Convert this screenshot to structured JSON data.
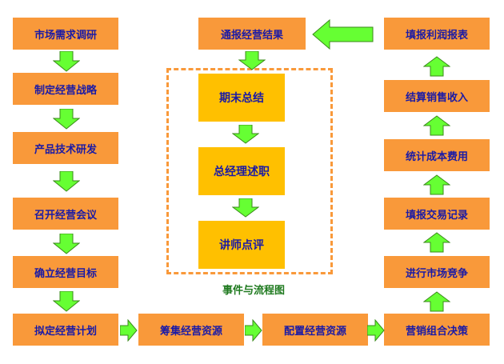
{
  "left_column": [
    "市场需求调研",
    "制定经营战略",
    "产品技术研发",
    "召开经营会议",
    "确立经营目标",
    "拟定经营计划"
  ],
  "bottom_row": [
    "筹集经营资源",
    "配置经营资源",
    "营销组合决策"
  ],
  "right_column": [
    "进行市场竞争",
    "填报交易记录",
    "统计成本费用",
    "结算销售收入",
    "填报利润报表"
  ],
  "top_center": "通报经营结果",
  "center_steps": [
    "期末总结",
    "总经理述职",
    "讲师点评"
  ],
  "caption": "事件与流程图",
  "colors": {
    "orange_box": "#f9993a",
    "yellow_box": "#ffc000",
    "text_blue": "#1a1aa6",
    "arrow_green": "#66ff33",
    "arrow_border": "#3a8a1a"
  }
}
